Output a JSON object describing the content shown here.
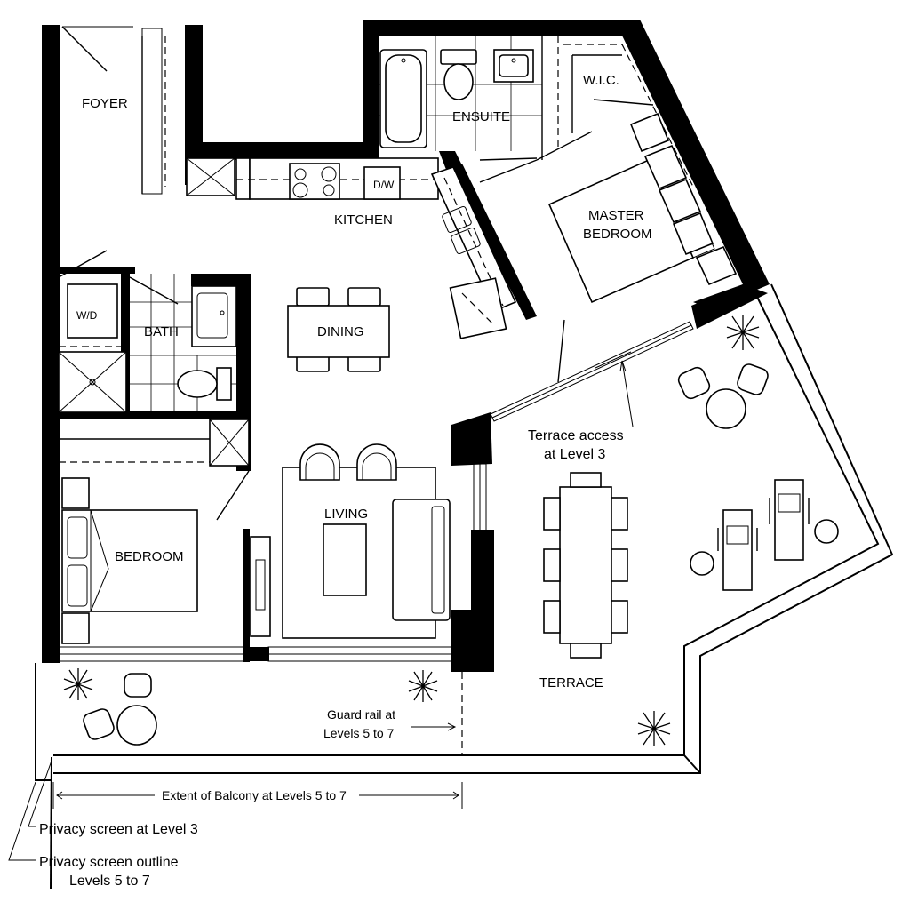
{
  "rooms": {
    "foyer": "FOYER",
    "ensuite": "ENSUITE",
    "wic": "W.I.C.",
    "kitchen": "KITCHEN",
    "dw": "D/W",
    "master": [
      "MASTER",
      "BEDROOM"
    ],
    "wd": "W/D",
    "bath": "BATH",
    "dining": "DINING",
    "living": "LIVING",
    "bedroom": "BEDROOM",
    "terrace": "TERRACE"
  },
  "notes": {
    "terrace_access": [
      "Terrace access",
      "at Level 3"
    ],
    "guard_rail": [
      "Guard rail at",
      "Levels 5 to 7"
    ],
    "balcony_extent": "Extent of Balcony at Levels 5 to 7",
    "privacy_screen": "Privacy screen at Level 3",
    "privacy_outline": [
      "Privacy screen outline",
      "Levels 5 to 7"
    ]
  }
}
